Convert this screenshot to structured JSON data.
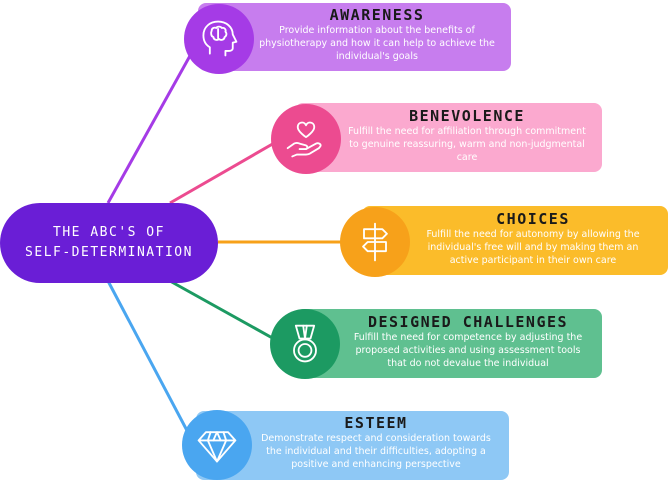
{
  "center": {
    "line1": "THE ABC'S OF",
    "line2": "SELF-DETERMINATION",
    "color": "#6a1ed6"
  },
  "items": [
    {
      "title": "AWARENESS",
      "description": "Provide information about the benefits of physiotherapy and how it can help to achieve the individual's goals",
      "icon": "brain-head-icon",
      "card_color": "#c77dee",
      "circle_color": "#a53be6"
    },
    {
      "title": "BENEVOLENCE",
      "description": "Fulfill the need for affiliation through commitment to genuine reassuring, warm and non-judgmental care",
      "icon": "heart-hand-icon",
      "card_color": "#fba9cf",
      "circle_color": "#ec4b90"
    },
    {
      "title": "CHOICES",
      "description": "Fulfill the need for autonomy by allowing the individual's free will and by making them an active participant in their own care",
      "icon": "signpost-icon",
      "card_color": "#fbbc2a",
      "circle_color": "#f7a11a"
    },
    {
      "title": "DESIGNED CHALLENGES",
      "description": "Fulfill the need for competence by adjusting the proposed activities and using assessment tools that do not devalue the individual",
      "icon": "medal-icon",
      "card_color": "#5fc090",
      "circle_color": "#1c9a62"
    },
    {
      "title": "ESTEEM",
      "description": "Demonstrate respect and consideration towards the individual and their difficulties, adopting a positive and enhancing perspective",
      "icon": "diamond-icon",
      "card_color": "#8ec8f5",
      "circle_color": "#4aa6f0"
    }
  ]
}
